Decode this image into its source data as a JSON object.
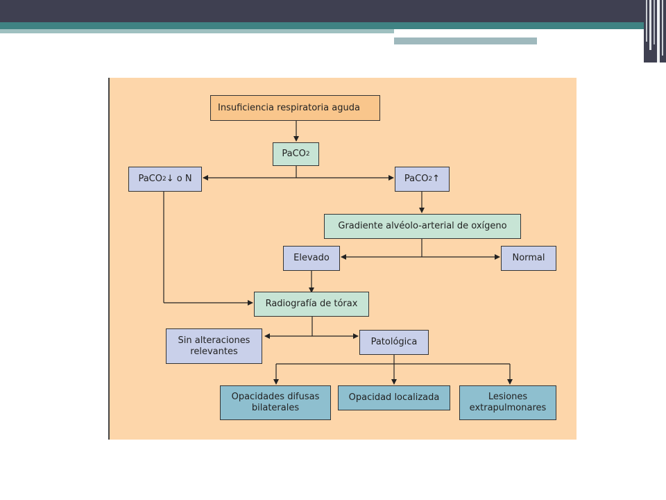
{
  "colors": {
    "background": "#fdd6aa",
    "start": "#f9c68c",
    "decision": "#c7e4d5",
    "branch": "#c9d0ea",
    "outcome": "#8ebfcf"
  },
  "diagram": {
    "start": "Insuficiencia respiratoria aguda",
    "paco2": {
      "text": "PaCO",
      "sub": "2"
    },
    "paco2_low": {
      "text": "PaCO",
      "sub": "2",
      "arrow": "↓",
      "suffix": "o N"
    },
    "paco2_high": {
      "text": "PaCO",
      "sub": "2",
      "arrow": "↑"
    },
    "gradient": "Gradiente alvéolo-arterial de oxígeno",
    "elevated": "Elevado",
    "normal": "Normal",
    "xray": "Radiografía de tórax",
    "no_changes": "Sin alteraciones relevantes",
    "pathological": "Patológica",
    "diffuse": "Opacidades difusas bilaterales",
    "localized": "Opacidad localizada",
    "extrapulmonary": "Lesiones extrapulmonares"
  }
}
